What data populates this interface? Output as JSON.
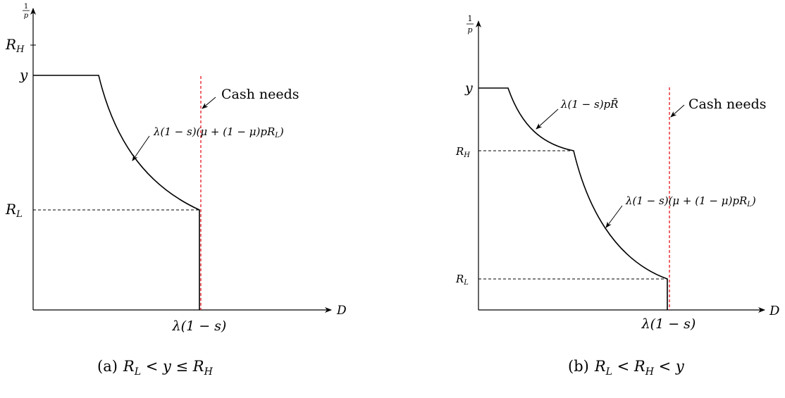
{
  "colors": {
    "curve": "#000000",
    "cash_line": "#e8141c",
    "axis": "#000000"
  },
  "panel_a": {
    "y_axis_label": "1/p",
    "y_axis_label_num": "1",
    "y_axis_label_den": "p",
    "x_axis_label": "D",
    "tick_RH": "R",
    "tick_RH_sub": "H",
    "tick_y": "y",
    "tick_RL": "R",
    "tick_RL_sub": "L",
    "x_tick": "λ(1 − s)",
    "cash_label": "Cash needs",
    "curve_label": "λ(1 − s)(μ + (1 − μ)pR",
    "curve_label_sub": "L",
    "curve_label_end": ")",
    "caption_prefix": "(a)",
    "caption_math": "R",
    "caption_sub1": "L",
    "caption_mid": " < y ≤ R",
    "caption_sub2": "H"
  },
  "panel_b": {
    "y_axis_label": "1/p",
    "y_axis_label_num": "1",
    "y_axis_label_den": "p",
    "x_axis_label": "D",
    "tick_y": "y",
    "tick_RH": "R",
    "tick_RH_sub": "H",
    "tick_RL": "R",
    "tick_RL_sub": "L",
    "x_tick": "λ(1 − s)",
    "cash_label": "Cash needs",
    "upper_curve_label": "λ(1 − s)pR̄",
    "lower_curve_label": "λ(1 − s)(μ + (1 − μ)pR",
    "lower_curve_label_sub": "L",
    "lower_curve_label_end": ")",
    "caption_prefix": "(b)",
    "caption_math": "R",
    "caption_sub1": "L",
    "caption_mid": " < R",
    "caption_sub2": "H",
    "caption_end": " < y"
  }
}
